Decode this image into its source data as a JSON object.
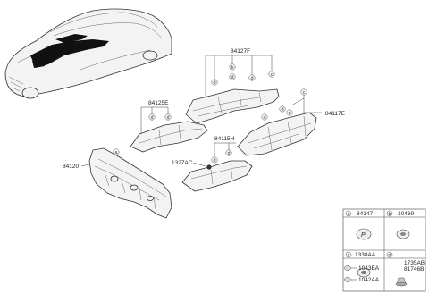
{
  "parts": {
    "p84127F": "84127F",
    "p84125E": "84125E",
    "p84117E": "84117E",
    "p84115H": "84115H",
    "p1327AC": "1327AC",
    "p84120": "84120"
  },
  "callouts": {
    "a": "a",
    "b": "b",
    "c": "c",
    "d": "d"
  },
  "legend": {
    "a_code": "84147",
    "b_code": "10469",
    "c_code": "1330AA",
    "d_code_1": "1735AB",
    "d_code_2": "81746B",
    "d_sub_1": "1043EA",
    "d_sub_2": "1042AA"
  }
}
